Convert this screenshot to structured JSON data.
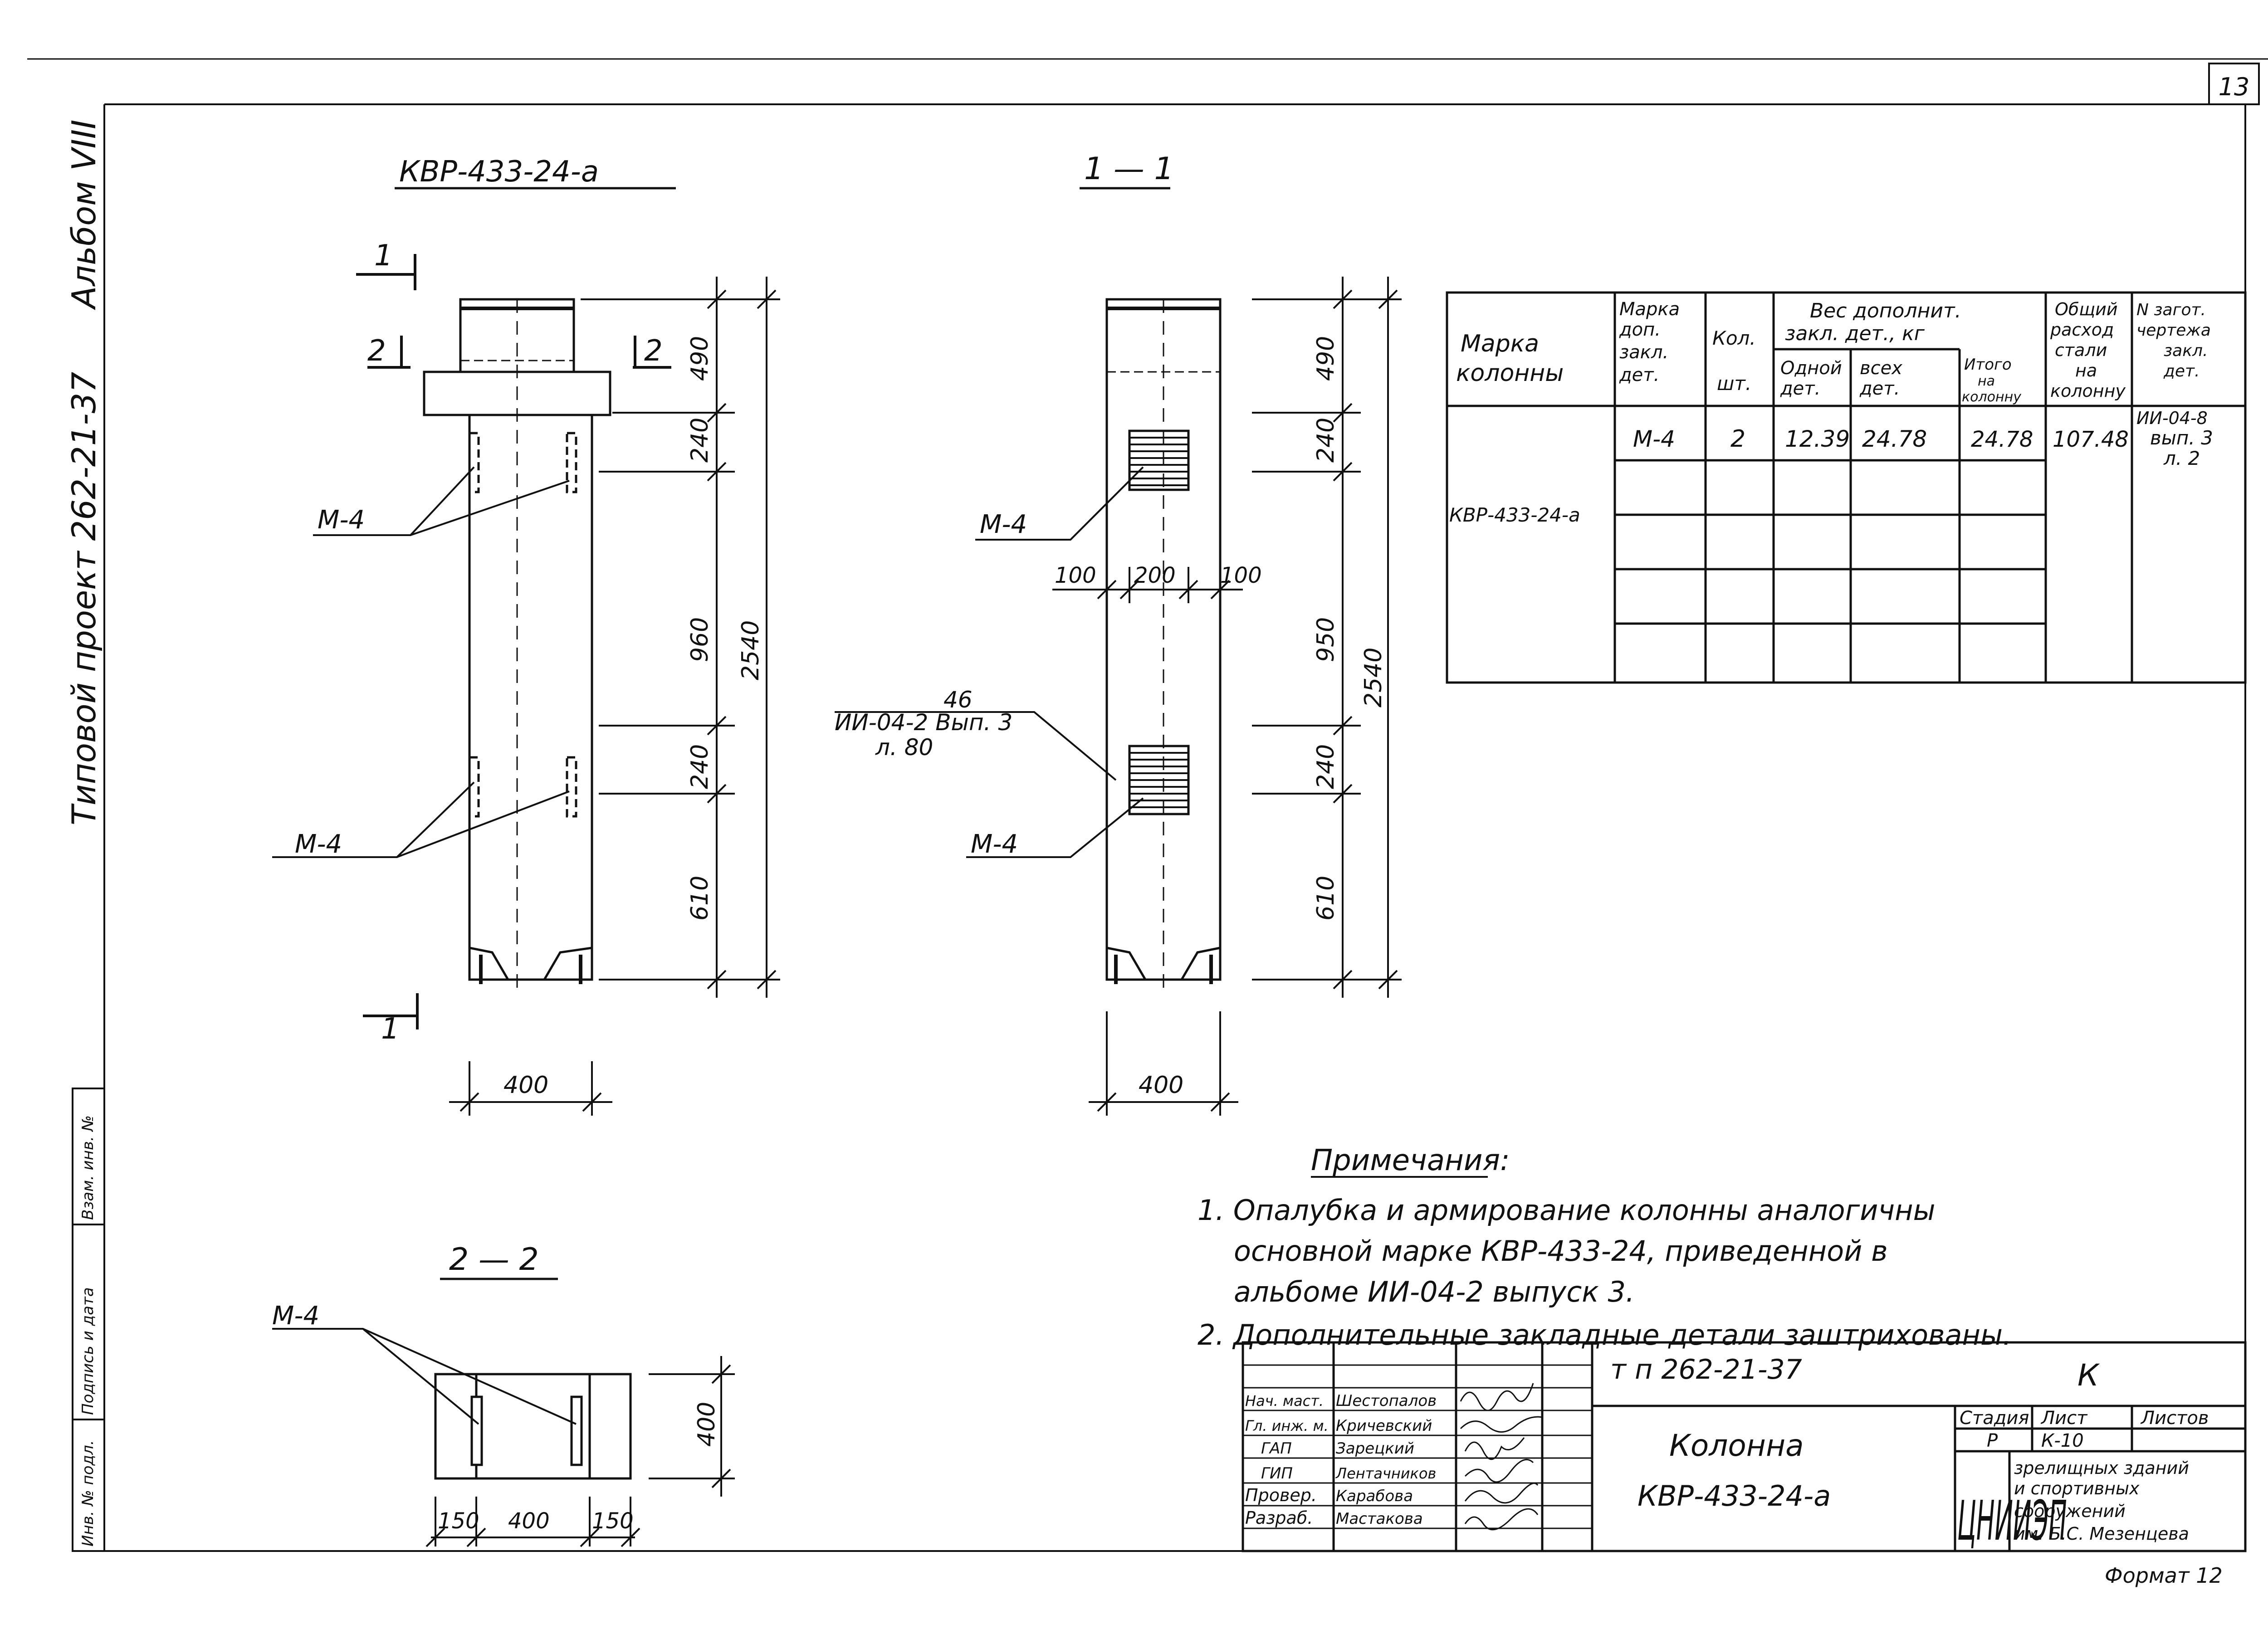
{
  "sheet_number": "13",
  "side_title": {
    "album": "Альбом VIII",
    "project": "Типовой проект 262-21-37"
  },
  "side_stamp": [
    "Инв. № подл.",
    "Подпись и дата",
    "Взам. инв. №"
  ],
  "views": {
    "front": {
      "title": "КВР-433-24-а",
      "section_mark_1": "1",
      "section_mark_2": "2",
      "callout_top": "М-4",
      "callout_bottom": "М-4",
      "dims_vertical": [
        "490",
        "240",
        "960",
        "240",
        "610"
      ],
      "dim_total": "2540",
      "dim_width": "400"
    },
    "section_1_1": {
      "title": "1 — 1",
      "callout_top": "М-4",
      "callout_bottom": "М-4",
      "ref_line_1": "46",
      "ref_line_2": "ИИ-04-2 Вып. 3",
      "ref_line_3": "л. 80",
      "dims_horizontal": [
        "100",
        "200",
        "100"
      ],
      "dims_vertical": [
        "490",
        "240",
        "950",
        "240",
        "610"
      ],
      "dim_total": "2540",
      "dim_width": "400"
    },
    "section_2_2": {
      "title": "2 — 2",
      "callout": "М-4",
      "dims_horizontal": [
        "150",
        "400",
        "150"
      ],
      "dim_height": "400"
    }
  },
  "spec_table": {
    "headers": {
      "col1": [
        "Марка",
        "колонны"
      ],
      "col2": [
        "Марка",
        "доп.",
        "закл.",
        "дет."
      ],
      "col3": [
        "Кол.",
        "шт."
      ],
      "col4_group": [
        "Вес дополнит.",
        "закл. дет., кг"
      ],
      "col4a": [
        "Одной",
        "дет."
      ],
      "col4b": [
        "всех",
        "дет."
      ],
      "col4c": [
        "Итого",
        "на",
        "колонну"
      ],
      "col5": [
        "Общий",
        "расход",
        "стали",
        "на",
        "колонну"
      ],
      "col6": [
        "N загот.",
        "чертежа",
        "закл.",
        "дет."
      ]
    },
    "rows": [
      {
        "column_mark": "КВР-433-24-а",
        "detail_mark": "М-4",
        "qty": "2",
        "weight_one": "12.39",
        "weight_all": "24.78",
        "total_per_column": "24.78",
        "steel_total": "107.48",
        "drawing_ref": [
          "ИИ-04-8",
          "вып. 3",
          "л. 2"
        ]
      }
    ]
  },
  "notes": {
    "heading": "Примечания:",
    "lines": [
      "1. Опалубка и армирование колонны аналогичны",
      "основной марке КВР-433-24, приведенной в",
      "альбоме ИИ-04-2 выпуск 3.",
      "2. Дополнительные закладные детали заштрихованы."
    ]
  },
  "title_block": {
    "project_code": "т п 262-21-37",
    "letter": "К",
    "drawing_title": "Колонна",
    "drawing_mark": "КВР-433-24-а",
    "stage_headers": [
      "Стадия",
      "Лист",
      "Листов"
    ],
    "stage_values": [
      "Р",
      "К-10",
      ""
    ],
    "organization_logo": "ЦНИИЭП",
    "organization": [
      "зрелищных зданий",
      "и спортивных",
      "сооружений",
      "им. Б.С. Мезенцева"
    ],
    "staff": [
      {
        "role": "Нач. маст.",
        "name": "Шестопалов"
      },
      {
        "role": "Гл. инж. м.",
        "name": "Кричевский"
      },
      {
        "role": "ГАП",
        "name": "Зарецкий"
      },
      {
        "role": "ГИП",
        "name": "Лентачников"
      },
      {
        "role": "Провер.",
        "name": "Карабова"
      },
      {
        "role": "Разраб.",
        "name": "Мастакова"
      }
    ],
    "format": "Формат 12"
  }
}
